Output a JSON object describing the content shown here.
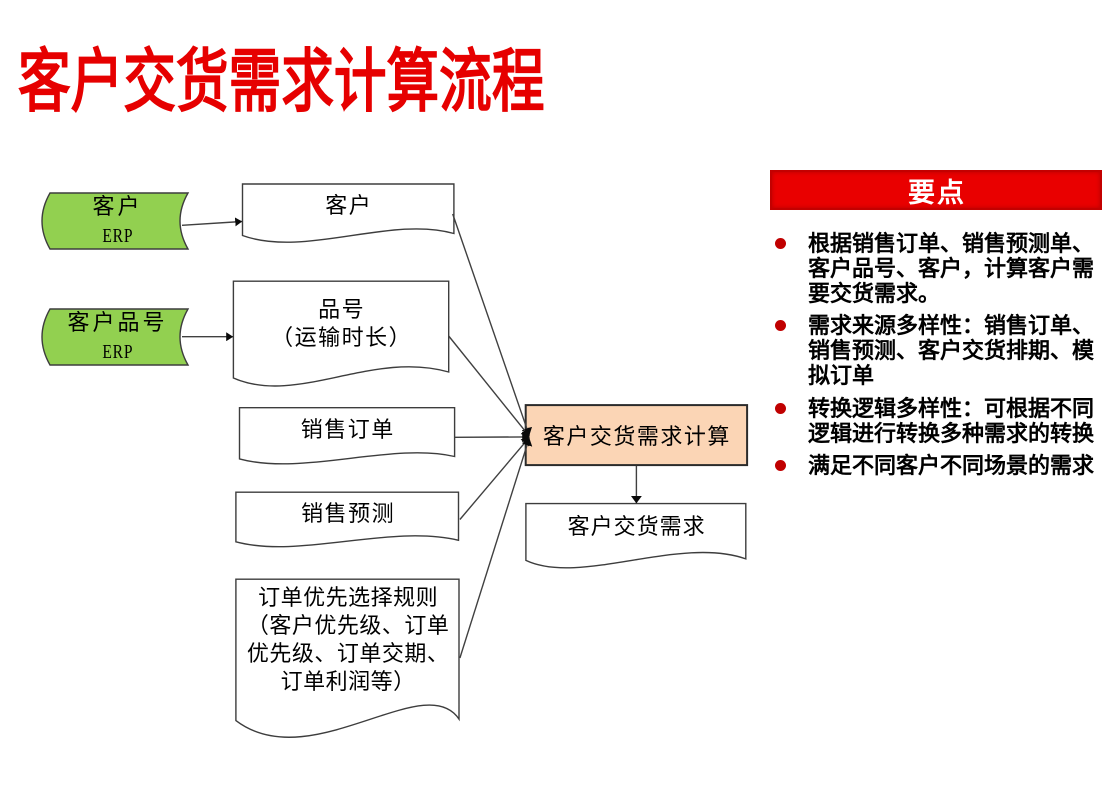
{
  "slide": {
    "title": "客户交货需求计算流程",
    "title_color": "#e60000",
    "background": "#ffffff"
  },
  "flowchart": {
    "source_fill": "#92d050",
    "process_fill": "#fbd5b5",
    "line_color": "#404040",
    "sources": [
      {
        "name": "客户",
        "system": "ERP"
      },
      {
        "name": "客户品号",
        "system": "ERP"
      }
    ],
    "documents": [
      {
        "label": "客户"
      },
      {
        "label": "品号\n（运输时长）"
      },
      {
        "label": "销售订单"
      },
      {
        "label": "销售预测"
      },
      {
        "label": "订单优先选择规则\n（客户优先级、订单\n优先级、订单交期、\n订单利润等）"
      }
    ],
    "process": {
      "label": "客户交货需求计算"
    },
    "output": {
      "label": "客户交货需求"
    },
    "connections": [
      {
        "from": "客户 ERP",
        "to": "客户"
      },
      {
        "from": "客户品号 ERP",
        "to": "品号（运输时长）"
      },
      {
        "from": "客户",
        "to": "客户交货需求计算"
      },
      {
        "from": "品号（运输时长）",
        "to": "客户交货需求计算"
      },
      {
        "from": "销售订单",
        "to": "客户交货需求计算"
      },
      {
        "from": "销售预测",
        "to": "客户交货需求计算"
      },
      {
        "from": "订单优先选择规则",
        "to": "客户交货需求计算"
      },
      {
        "from": "客户交货需求计算",
        "to": "客户交货需求"
      }
    ]
  },
  "keypoints": {
    "header": "要点",
    "header_bg": "#e90000",
    "bullet_color": "#c00000",
    "items": [
      "根据销售订单、销售预测单、客户品号、客户，计算客户需要交货需求。",
      "需求来源多样性：销售订单、销售预测、客户交货排期、模拟订单",
      "转换逻辑多样性：可根据不同逻辑进行转换多种需求的转换",
      "满足不同客户不同场景的需求"
    ]
  }
}
